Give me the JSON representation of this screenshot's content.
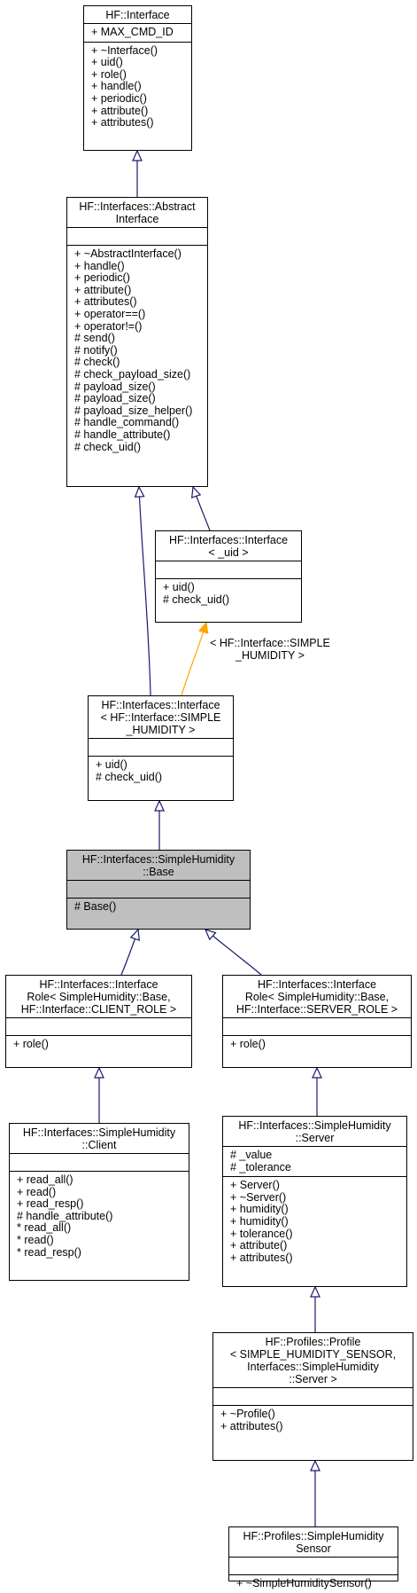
{
  "edge_colors": {
    "inheritance": "#191970",
    "template": "#ffa500"
  },
  "classes": [
    {
      "id": "hf-interface",
      "title": [
        "HF::Interface"
      ],
      "attributes": [
        "+ MAX_CMD_ID"
      ],
      "methods": [
        "+ ~Interface()",
        "+ uid()",
        "+ role()",
        "+ handle()",
        "+ periodic()",
        "+ attribute()",
        "+ attributes()"
      ]
    },
    {
      "id": "abstract-interface",
      "title": [
        "HF::Interfaces::Abstract",
        "Interface"
      ],
      "attributes": [],
      "methods": [
        "+ ~AbstractInterface()",
        "+ handle()",
        "+ periodic()",
        "+ attribute()",
        "+ attributes()",
        "+ operator==()",
        "+ operator!=()",
        "# send()",
        "# notify()",
        "# check()",
        "# check_payload_size()",
        "# payload_size()",
        "# payload_size()",
        "# payload_size_helper()",
        "# handle_command()",
        "# handle_attribute()",
        "# check_uid()"
      ]
    },
    {
      "id": "interface-uid",
      "title": [
        "HF::Interfaces::Interface",
        "< _uid >"
      ],
      "attributes": [],
      "methods": [
        "+ uid()",
        "# check_uid()"
      ]
    },
    {
      "id": "interface-simple-humidity",
      "title": [
        "HF::Interfaces::Interface",
        "< HF::Interface::SIMPLE",
        "_HUMIDITY >"
      ],
      "attributes": [],
      "methods": [
        "+ uid()",
        "# check_uid()"
      ]
    },
    {
      "id": "simple-humidity-base",
      "title": [
        "HF::Interfaces::SimpleHumidity",
        "::Base"
      ],
      "attributes": [],
      "methods": [
        "# Base()"
      ]
    },
    {
      "id": "interface-role-client",
      "title": [
        "HF::Interfaces::Interface",
        "Role< SimpleHumidity::Base,",
        " HF::Interface::CLIENT_ROLE >"
      ],
      "attributes": [],
      "methods": [
        "+ role()"
      ]
    },
    {
      "id": "interface-role-server",
      "title": [
        "HF::Interfaces::Interface",
        "Role< SimpleHumidity::Base,",
        " HF::Interface::SERVER_ROLE >"
      ],
      "attributes": [],
      "methods": [
        "+ role()"
      ]
    },
    {
      "id": "simple-humidity-client",
      "title": [
        "HF::Interfaces::SimpleHumidity",
        "::Client"
      ],
      "attributes": [],
      "methods": [
        "+ read_all()",
        "+ read()",
        "+ read_resp()",
        "# handle_attribute()",
        "* read_all()",
        "* read()",
        "* read_resp()"
      ]
    },
    {
      "id": "simple-humidity-server",
      "title": [
        "HF::Interfaces::SimpleHumidity",
        "::Server"
      ],
      "attributes": [
        "# _value",
        "# _tolerance"
      ],
      "methods": [
        "+ Server()",
        "+ ~Server()",
        "+ humidity()",
        "+ humidity()",
        "+ tolerance()",
        "+ attribute()",
        "+ attributes()"
      ]
    },
    {
      "id": "profiles-profile",
      "title": [
        "HF::Profiles::Profile",
        "< SIMPLE_HUMIDITY_SENSOR,",
        " Interfaces::SimpleHumidity",
        "::Server >"
      ],
      "attributes": [],
      "methods": [
        "+ ~Profile()",
        "+ attributes()"
      ]
    },
    {
      "id": "simple-humidity-sensor",
      "title": [
        "HF::Profiles::SimpleHumidity",
        "Sensor"
      ],
      "attributes": [],
      "methods": [
        "+ ~SimpleHumiditySensor()"
      ]
    }
  ],
  "edges": [
    {
      "from": "abstract-interface",
      "to": "hf-interface",
      "kind": "inheritance"
    },
    {
      "from": "interface-uid",
      "to": "abstract-interface",
      "kind": "inheritance"
    },
    {
      "from": "interface-simple-humidity",
      "to": "abstract-interface",
      "kind": "inheritance"
    },
    {
      "from": "interface-simple-humidity",
      "to": "interface-uid",
      "kind": "template",
      "label": [
        "< HF::Interface::SIMPLE",
        "_HUMIDITY >"
      ]
    },
    {
      "from": "simple-humidity-base",
      "to": "interface-simple-humidity",
      "kind": "inheritance"
    },
    {
      "from": "interface-role-client",
      "to": "simple-humidity-base",
      "kind": "inheritance"
    },
    {
      "from": "interface-role-server",
      "to": "simple-humidity-base",
      "kind": "inheritance"
    },
    {
      "from": "simple-humidity-client",
      "to": "interface-role-client",
      "kind": "inheritance"
    },
    {
      "from": "simple-humidity-server",
      "to": "interface-role-server",
      "kind": "inheritance"
    },
    {
      "from": "profiles-profile",
      "to": "simple-humidity-server",
      "kind": "inheritance"
    },
    {
      "from": "simple-humidity-sensor",
      "to": "profiles-profile",
      "kind": "inheritance"
    }
  ]
}
